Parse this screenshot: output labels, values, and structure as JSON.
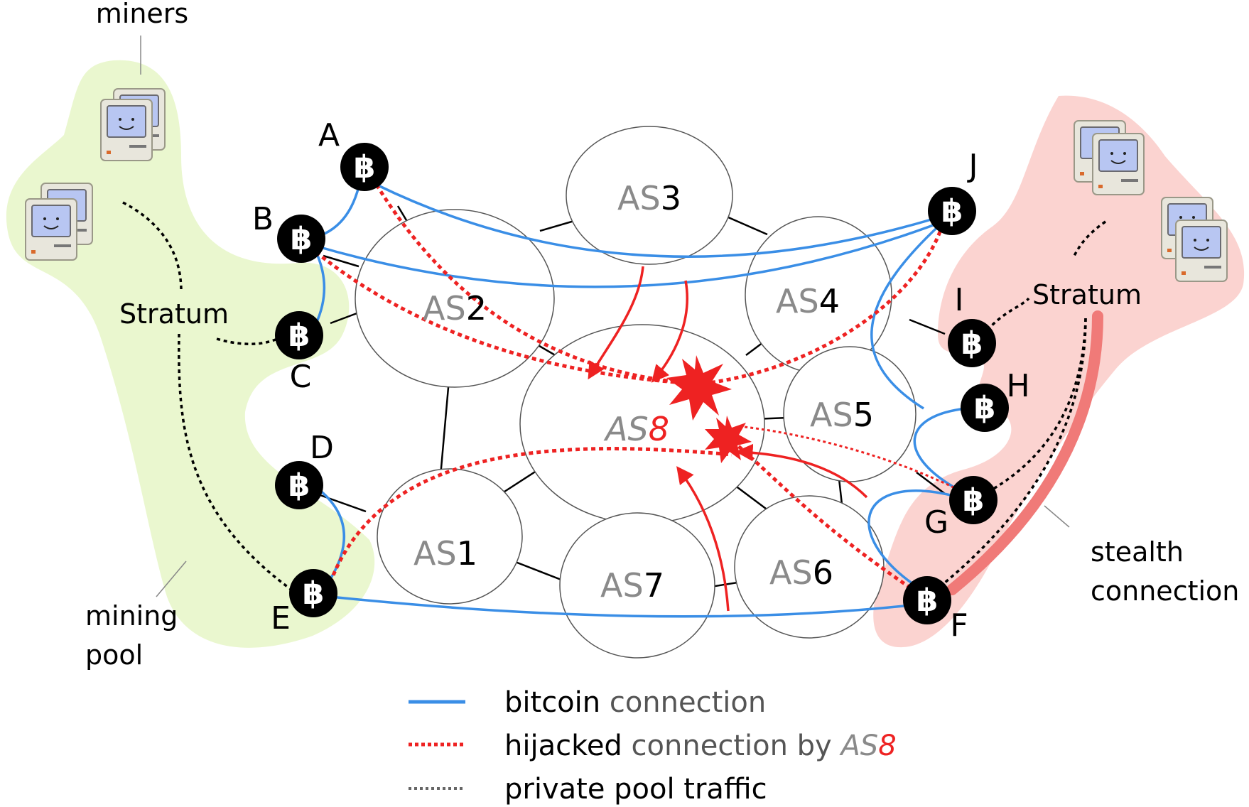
{
  "autonomous_systems": [
    {
      "id": "AS1",
      "prefix": "AS",
      "num": "1"
    },
    {
      "id": "AS2",
      "prefix": "AS",
      "num": "2"
    },
    {
      "id": "AS3",
      "prefix": "AS",
      "num": "3"
    },
    {
      "id": "AS4",
      "prefix": "AS",
      "num": "4"
    },
    {
      "id": "AS5",
      "prefix": "AS",
      "num": "5"
    },
    {
      "id": "AS6",
      "prefix": "AS",
      "num": "6"
    },
    {
      "id": "AS7",
      "prefix": "AS",
      "num": "7"
    },
    {
      "id": "AS8",
      "prefix": "AS",
      "num": "8"
    }
  ],
  "nodes": [
    "A",
    "B",
    "C",
    "D",
    "E",
    "F",
    "G",
    "H",
    "I",
    "J"
  ],
  "labels": {
    "miners": "miners",
    "stratum_left": "Stratum",
    "stratum_right": "Stratum",
    "mining_pool_line1": "mining",
    "mining_pool_line2": "pool",
    "stealth_line1": "stealth",
    "stealth_line2": "connection"
  },
  "legend": {
    "bitcoin": {
      "lead": "bitcoin",
      "rest": " connection"
    },
    "hijacked": {
      "lead": "hijacked",
      "rest": " connection by ",
      "as_prefix": "AS",
      "as_num": "8"
    },
    "private": {
      "text": "private pool traffic"
    }
  },
  "colors": {
    "bitcoin_connection": "#3a8ee6",
    "hijack": "#ee2222",
    "pool_left": "#eaf7cf",
    "pool_right": "#fbd3d0",
    "stealth": "#f07a78"
  },
  "icons": [
    "bitcoin-icon",
    "computer-icon",
    "explosion-icon"
  ]
}
